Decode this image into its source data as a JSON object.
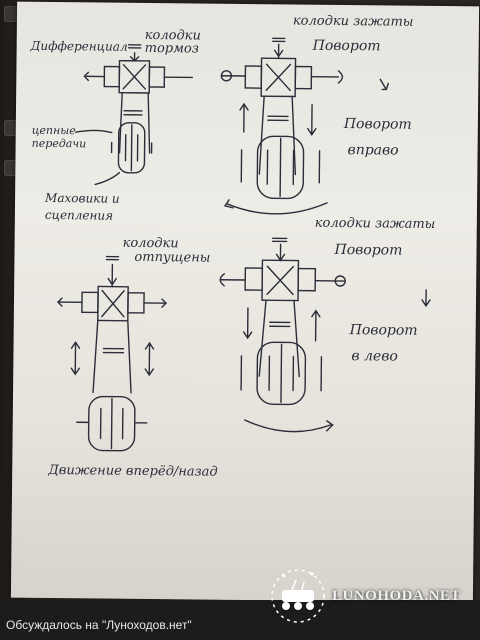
{
  "labels": {
    "differential": "Дифференциал",
    "brake_shoes_top": "колодки тормоз",
    "shoes_clamped_1": "колодки зажаты",
    "turn_1": "Поворот",
    "chain_gears": "цепные передачи",
    "flywheels_clutch": "Маховики и сцепления",
    "turn_right_1": "Поворот",
    "turn_right_2": "вправо",
    "shoes_released_1": "колодки",
    "shoes_released_2": "отпущены",
    "shoes_clamped_2": "колодки зажаты",
    "turn_2": "Поворот",
    "turn_left_1": "Поворот",
    "turn_left_2": "в лево",
    "motion": "Движение вперёд/назад"
  },
  "footer": {
    "caption": "Обсуждалось на \"Луноходов.нет\"",
    "logo_text": "LUNOHODA.NET"
  },
  "colors": {
    "ink": "#2d2d3a",
    "paper": "#eceae4"
  }
}
